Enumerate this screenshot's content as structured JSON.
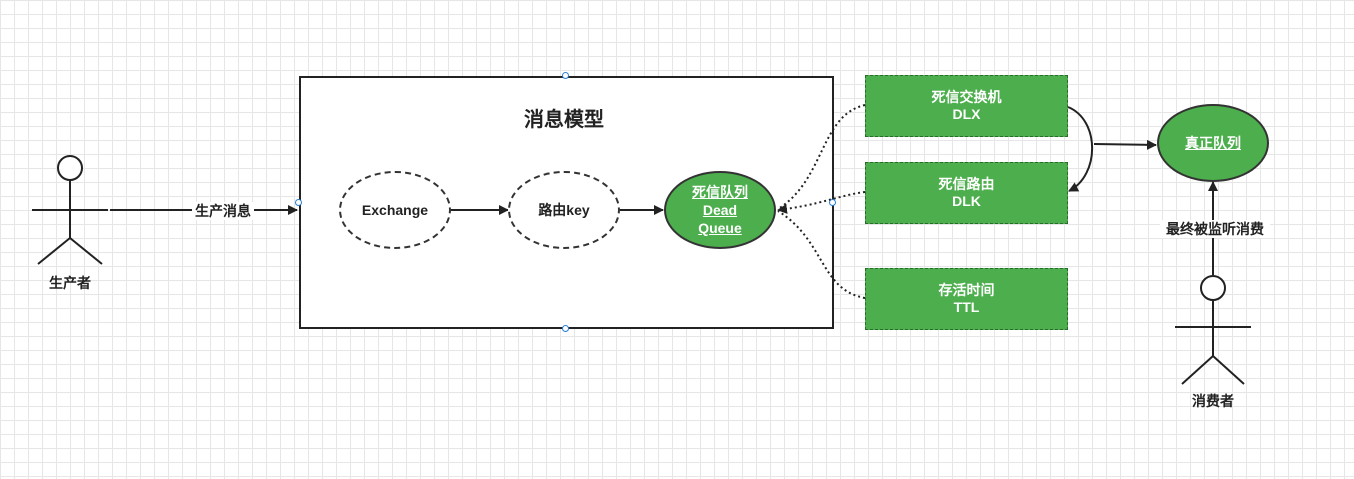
{
  "producer": {
    "label": "生产者"
  },
  "consumer": {
    "label": "消费者"
  },
  "model": {
    "title": "消息模型"
  },
  "nodes": {
    "exchange": "Exchange",
    "routing_key": "路由key",
    "dead_queue": {
      "line1": "死信队列",
      "line2": "Dead",
      "line3": "Queue"
    },
    "real_queue": "真正队列"
  },
  "boxes": {
    "dlx": {
      "line1": "死信交换机",
      "line2": "DLX"
    },
    "dlk": {
      "line1": "死信路由",
      "line2": "DLK"
    },
    "ttl": {
      "line1": "存活时间",
      "line2": "TTL"
    }
  },
  "edges": {
    "produce": "生产消息",
    "consume": "最终被监听消费"
  },
  "colors": {
    "green": "#4cae4c",
    "stroke": "#222222",
    "grid": "#e6e6e6",
    "handle": "#2a7fd4"
  }
}
